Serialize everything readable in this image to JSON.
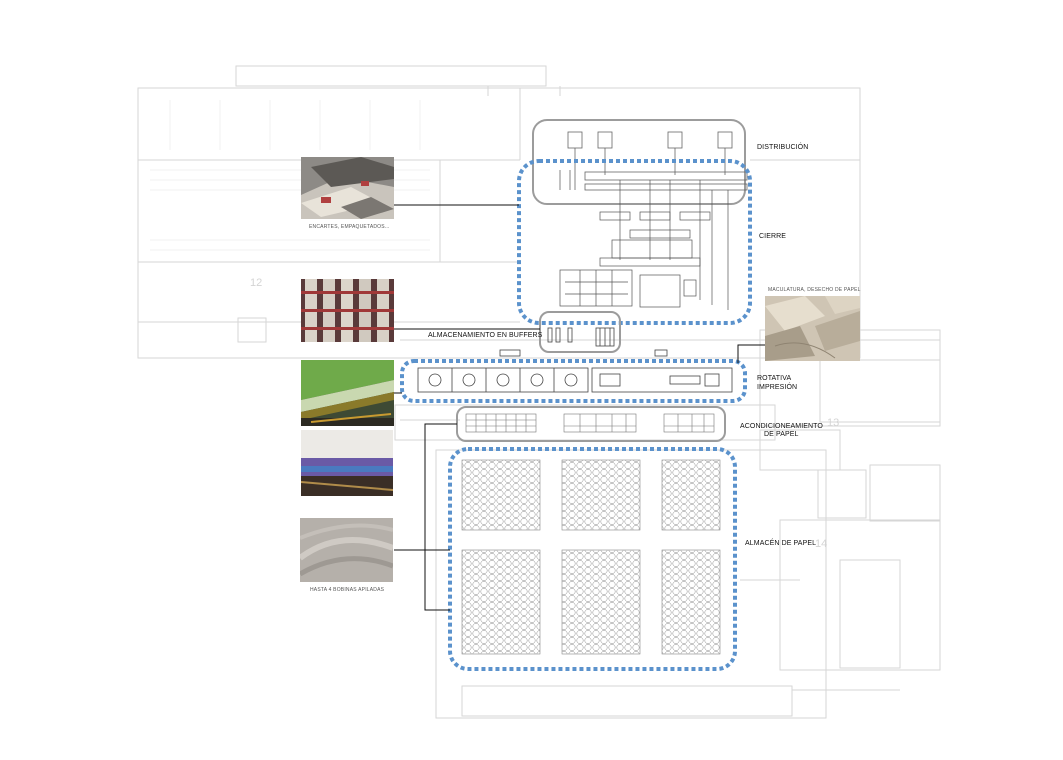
{
  "labels": {
    "distribucion": "DISTRIBUCIÓN",
    "cierre": "CIERRE",
    "almacenamiento": "ALMACENAMIENTO EN BUFFERS",
    "rotativa": "ROTATIVA",
    "impresion": "IMPRESIÓN",
    "acond1": "ACONDICIONEAMIENTO",
    "acond2": "DE PAPEL",
    "almacen": "ALMACÉN DE PAPEL"
  },
  "captions": {
    "encartes": "ENCARTES, EMPAQUETADOS...",
    "maculatura": "MACULATURA, DESECHO DE PAPEL",
    "bobinas": "HASTA 4 BOBINAS APILADAS"
  },
  "rooms": {
    "r12": "12",
    "r13": "13",
    "r14": "14"
  },
  "photos": [
    "newspaper-bundles-photo",
    "printing-plates-photo",
    "green-print-rollers-photo",
    "paper-roll-machine-photo",
    "stacked-paper-rolls-photo",
    "waste-paper-photo"
  ],
  "colors": {
    "blue": "#5b92cc",
    "gray": "#999999",
    "plan": "#cfcfcf",
    "leader": "#111111"
  }
}
